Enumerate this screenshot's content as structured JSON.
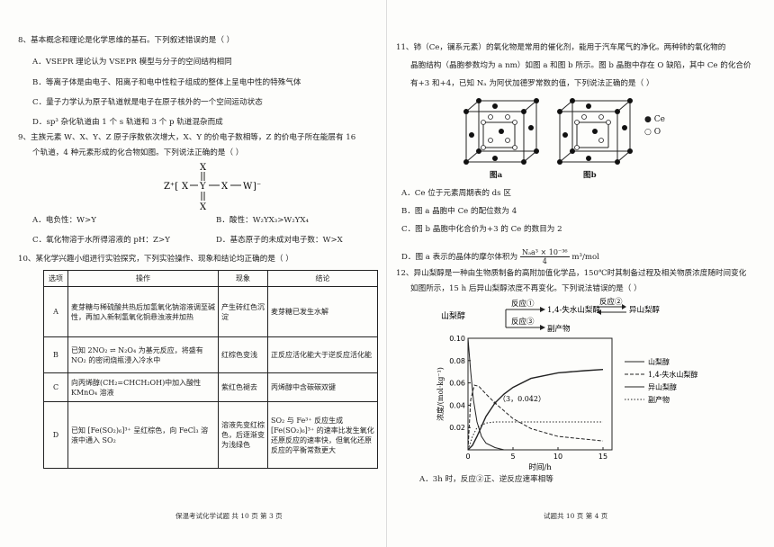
{
  "left": {
    "q8": {
      "stem": "8、基本概念和理论是化学思维的基石。下列叙述错误的是（    ）",
      "A": "A．VSEPR 理论认为 VSEPR 模型与分子的空间结构相同",
      "B": "B．等离子体是由电子、阳离子和电中性粒子组成的整体上呈电中性的特殊气体",
      "C": "C．量子力学认为原子轨道就是电子在原子核外的一个空间运动状态",
      "D": "D．sp³ 杂化轨道由 1 个 s 轨道和 3 个 p 轨道混杂而成"
    },
    "q9": {
      "stem1": "9、主族元素 W、X、Y、Z 原子序数依次增大，X、Y 的价电子数相等，Z 的价电子所在能层有 16",
      "stem2": "个轨道，4 种元素形成的化合物如图。下列说法正确的是（    ）",
      "struct": {
        "z": "Z⁺[",
        "x_left": "X",
        "y": "Y",
        "x_mid": "X",
        "w": "W",
        "close": "]⁻",
        "x_top": "X",
        "x_bottom": "X"
      },
      "A": "A．电负性：W>Y",
      "B": "B．酸性：W₂YX₃>W₂YX₄",
      "C": "C．氧化物溶于水所得溶液的 pH：Z>Y",
      "D": "D．基态原子的未成对电子数：W>X"
    },
    "q10": {
      "stem": "10、某化学兴趣小组进行实验探究，下列实验操作、现象和结论均正确的是（    ）",
      "headers": [
        "选项",
        "操作",
        "现象",
        "结论"
      ],
      "rows": [
        {
          "opt": "A",
          "op": "麦芽糖与稀硫酸共热后加氢氧化钠溶液调至碱性，再加入新制氢氧化铜悬浊液并加热",
          "ph": "产生砖红色沉淀",
          "con": "麦芽糖已发生水解"
        },
        {
          "opt": "B",
          "op": "已知 2NO₂ ⇌ N₂O₄ 为基元反应，将盛有 NO₂ 的密闭烧瓶浸入冷水中",
          "ph": "红棕色变浅",
          "con": "正反应活化能大于逆反应活化能"
        },
        {
          "opt": "C",
          "op": "向丙烯醇(CH₂=CHCH₂OH)中加入酸性 KMnO₄ 溶液",
          "ph": "紫红色褪去",
          "con": "丙烯醇中含碳碳双键"
        },
        {
          "opt": "D",
          "op": "已知 [Fe(SO₂)₆]³⁺ 呈红棕色，向 FeCl₃ 溶液中通入 SO₂",
          "ph": "溶液先变红棕色，后逐渐变为浅绿色",
          "con": "SO₂ 与 Fe³⁺ 反应生成 [Fe(SO₂)₆]³⁺ 的速率比发生氧化还原反应的速率快，但氧化还原反应的平衡常数更大"
        }
      ]
    },
    "footer": "保温考试化学试题    共 10 页    第 3 页"
  },
  "right": {
    "q11": {
      "stem1": "11、铈（Ce，镧系元素）的氧化物是常用的催化剂，能用于汽车尾气的净化。两种铈的氧化物的",
      "stem2": "晶胞结构（晶胞参数均为 a nm）如图 a 和图 b 所示。图 b 晶胞中存在 O 缺陷，其中 Ce 的化合价",
      "stem3": "有+3 和+4，已知 Nₐ 为阿伏加德罗常数的值，下列说法正确的是（    ）",
      "fig_a": "图a",
      "fig_b": "图b",
      "legend_ce": "● Ce",
      "legend_o": "○ O",
      "A": "A．Ce 位于元素周期表的 ds 区",
      "B": "B．图 a 晶胞中 Ce 的配位数为 4",
      "C": "C．图 b 晶胞中化合价为+3 的 Ce 的数目为 2",
      "D_prefix": "D．图 a 表示的晶体的摩尔体积为",
      "D_num": "Nₐa³ × 10⁻³⁶",
      "D_den": "4",
      "D_unit": "m³/mol"
    },
    "q12": {
      "stem1": "12、异山梨醇是一种由生物质制备的高附加值化学品，150℃时其制备过程及相关物质浓度随时间变化",
      "stem2": "如图所示，15 h 后异山梨醇浓度不再变化。下列说法错误的是（    ）",
      "scheme": {
        "start": "山梨醇",
        "r1": "反应①",
        "mid": "1,4-失水山梨醇",
        "r2": "反应②",
        "end": "异山梨醇",
        "r3": "反应③",
        "side": "副产物"
      },
      "A": "A．3h 时，反应②正、逆反应速率相等",
      "footer": "试题共 10 页    第 4 页"
    }
  },
  "colors": {
    "ink": "#1e1e1e",
    "paper": "#fdfdfb"
  },
  "chart_data": {
    "type": "line",
    "xlabel": "时间/h",
    "ylabel": "浓度/(mol·kg⁻¹)",
    "xlim": [
      0,
      16
    ],
    "ylim": [
      0,
      0.1
    ],
    "xticks": [
      0,
      5,
      10,
      15
    ],
    "yticks": [
      0.02,
      0.04,
      0.06,
      0.08,
      0.1
    ],
    "annotation": {
      "label": "（3，0.042）",
      "x": 3,
      "y": 0.042
    },
    "legend_position": "right",
    "series": [
      {
        "name": "山梨醇",
        "style": "solid",
        "x": [
          0,
          0.3,
          0.6,
          1,
          1.5,
          2,
          3,
          4
        ],
        "y": [
          0.1,
          0.07,
          0.045,
          0.025,
          0.012,
          0.006,
          0.002,
          0.0
        ]
      },
      {
        "name": "1,4-失水山梨醇",
        "style": "dashed",
        "x": [
          0,
          0.3,
          0.7,
          1.2,
          2,
          3,
          5,
          7,
          10,
          15
        ],
        "y": [
          0,
          0.045,
          0.058,
          0.057,
          0.05,
          0.042,
          0.028,
          0.019,
          0.012,
          0.008
        ]
      },
      {
        "name": "异山梨醇",
        "style": "solid",
        "x": [
          0,
          0.5,
          1,
          2,
          3,
          4,
          5,
          7,
          10,
          13,
          15
        ],
        "y": [
          0,
          0.004,
          0.012,
          0.03,
          0.042,
          0.05,
          0.056,
          0.064,
          0.069,
          0.071,
          0.072
        ]
      },
      {
        "name": "副产物",
        "style": "dotted",
        "x": [
          0,
          0.5,
          1,
          2,
          3,
          5,
          10,
          15
        ],
        "y": [
          0,
          0.012,
          0.02,
          0.024,
          0.025,
          0.025,
          0.025,
          0.025
        ]
      }
    ]
  }
}
